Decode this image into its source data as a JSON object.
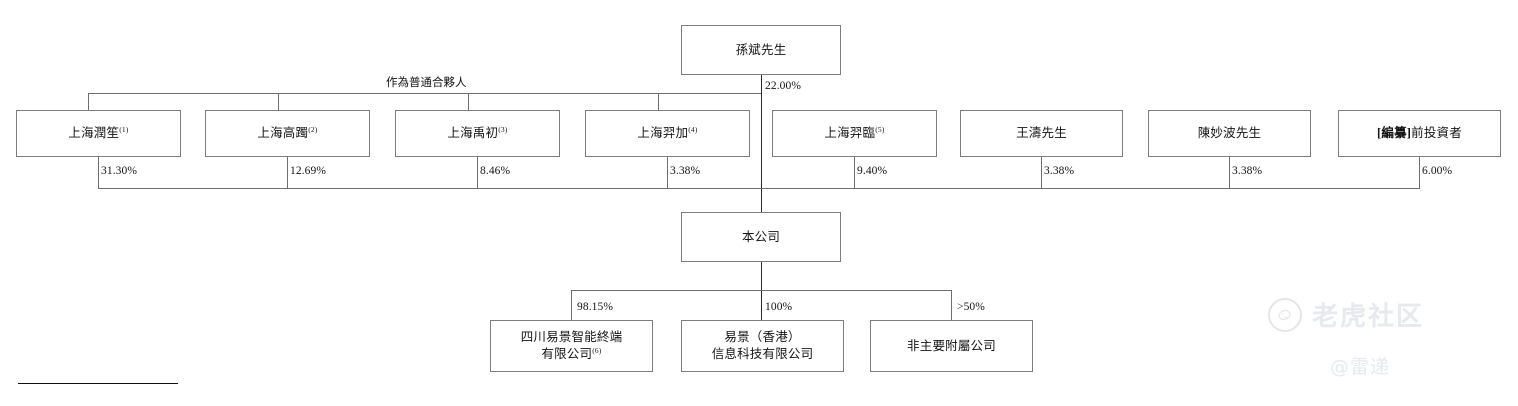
{
  "chart": {
    "type": "org-chart",
    "title": "Shareholding and corporate structure chart",
    "connector_label": "作為普通合夥人",
    "top_node": {
      "name": "孫斌先生",
      "pct_to_company": "22.00%"
    },
    "shareholders": [
      {
        "name": "上海潤笙",
        "note": "(1)",
        "pct": "31.30%",
        "general_partner_of_top": true
      },
      {
        "name": "上海高躅",
        "note": "(2)",
        "pct": "12.69%",
        "general_partner_of_top": true
      },
      {
        "name": "上海禹初",
        "note": "(3)",
        "pct": "8.46%",
        "general_partner_of_top": true
      },
      {
        "name": "上海羿加",
        "note": "(4)",
        "pct": "3.38%",
        "general_partner_of_top": true
      },
      {
        "name": "上海羿臨",
        "note": "(5)",
        "pct": "9.40%",
        "general_partner_of_top": false
      },
      {
        "name": "王濤先生",
        "note": "",
        "pct": "3.38%",
        "general_partner_of_top": false
      },
      {
        "name": "陳妙波先生",
        "note": "",
        "pct": "3.38%",
        "general_partner_of_top": false
      },
      {
        "name": "前投資者",
        "tag": "[編纂]",
        "note": "",
        "pct": "6.00%",
        "general_partner_of_top": false
      }
    ],
    "company": {
      "name": "本公司"
    },
    "subsidiaries": [
      {
        "line1": "四川易景智能終端",
        "line2": "有限公司",
        "note": "(6)",
        "pct": "98.15%"
      },
      {
        "line1": "易景（香港）",
        "line2": "信息科技有限公司",
        "note": "",
        "pct": "100%"
      },
      {
        "line1": "非主要附屬公司",
        "line2": "",
        "note": "",
        "pct": ">50%"
      }
    ]
  },
  "watermark": {
    "brand": "老虎社区",
    "handle": "@雷递",
    "logo_icon": "tiger-logo-icon"
  },
  "colors": {
    "box_border": "#7d7d7d",
    "connector": "#6e6e6e",
    "text": "#141414",
    "watermark": "#e6e9ed",
    "footnote_rule": "#111111"
  }
}
